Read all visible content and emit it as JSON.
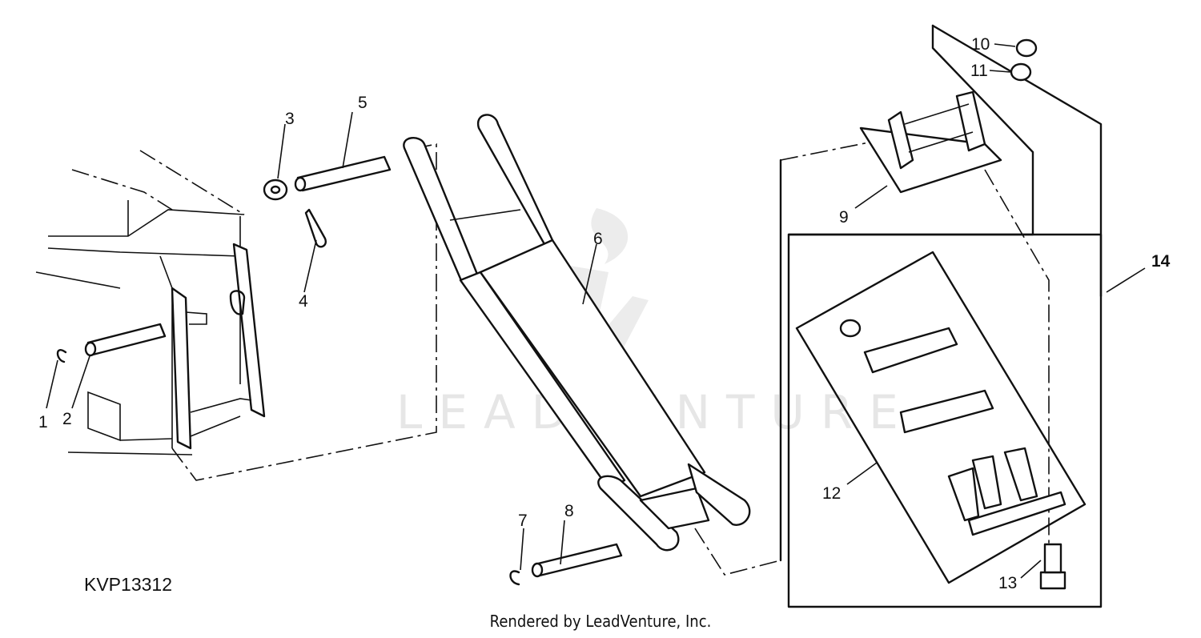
{
  "diagram": {
    "figure_code": "KVP13312",
    "watermark": "LEADVENTURE",
    "footer": "Rendered by LeadVenture, Inc.",
    "callouts": [
      "1",
      "2",
      "3",
      "4",
      "5",
      "6",
      "7",
      "8",
      "9",
      "10",
      "11",
      "12",
      "13",
      "14"
    ]
  }
}
